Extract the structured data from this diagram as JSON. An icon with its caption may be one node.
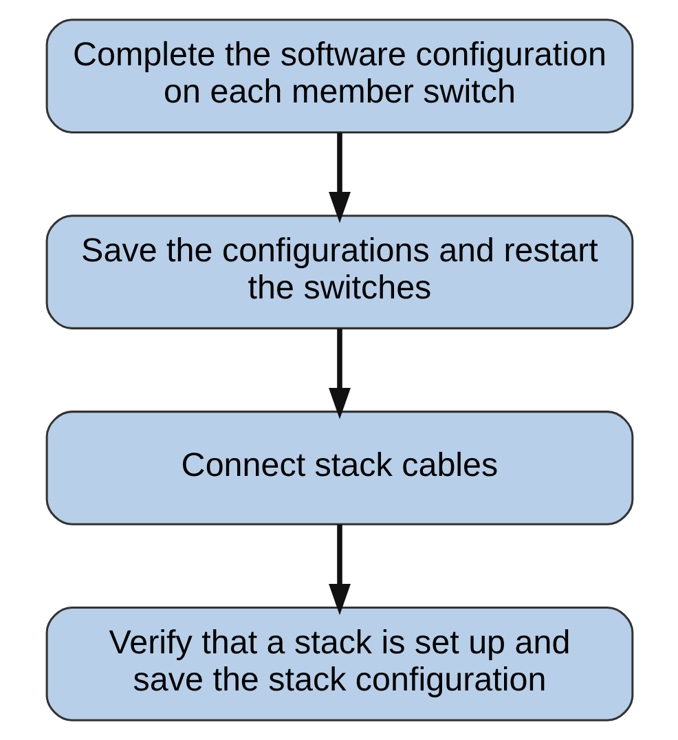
{
  "diagram": {
    "nodes": [
      {
        "text": [
          "Complete the software configuration on each member switch"
        ]
      },
      {
        "text": [
          "Save the configurations and restart the switches"
        ]
      },
      {
        "text": [
          "Connect stack cables"
        ]
      },
      {
        "text": [
          "Verify that a stack is set up and save the stack configuration"
        ]
      }
    ],
    "edges": [
      {
        "from": 0,
        "to": 1,
        "arrow": "to"
      },
      {
        "from": 1,
        "to": 2,
        "arrow": "to"
      },
      {
        "from": 2,
        "to": 3,
        "arrow": "to"
      }
    ]
  }
}
